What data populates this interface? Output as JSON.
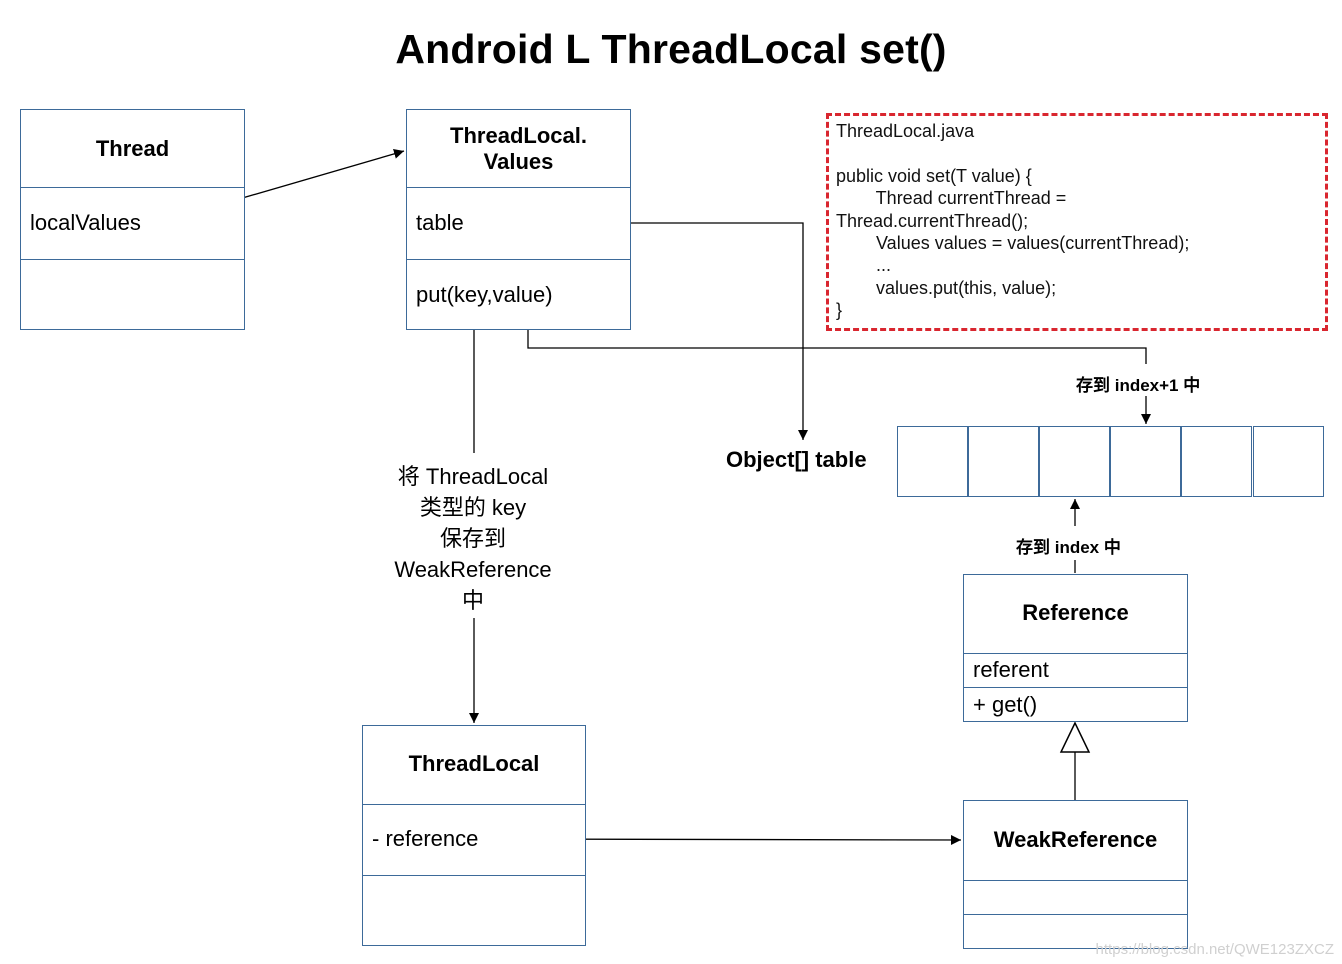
{
  "title": "Android L ThreadLocal set()",
  "classes": {
    "thread": {
      "name": "Thread",
      "field": "localValues"
    },
    "values": {
      "name_line1": "ThreadLocal.",
      "name_line2": "Values",
      "field": "table",
      "method": "put(key,value)"
    },
    "threadlocal": {
      "name": "ThreadLocal",
      "field": "- reference"
    },
    "reference": {
      "name": "Reference",
      "field": "referent",
      "method": "+ get()"
    },
    "weakreference": {
      "name": "WeakReference"
    }
  },
  "array": {
    "label": "Object[] table",
    "cell_count": 6
  },
  "labels": {
    "store_index_plus1": "存到 index+1 中",
    "store_index": "存到 index 中",
    "weak_key_note": [
      "将 ThreadLocal",
      "类型的 key",
      "保存到",
      "WeakReference",
      "中"
    ]
  },
  "code_note": {
    "lines": [
      "ThreadLocal.java",
      "",
      "public void set(T value) {",
      "        Thread currentThread =",
      "Thread.currentThread();",
      "        Values values = values(currentThread);",
      "        ...",
      "        values.put(this, value);",
      "}"
    ]
  },
  "watermark": "https://blog.csdn.net/QWE123ZXCZ",
  "colors": {
    "box_border": "#3d6a99",
    "note_border": "#d9262f",
    "line": "#000000"
  }
}
